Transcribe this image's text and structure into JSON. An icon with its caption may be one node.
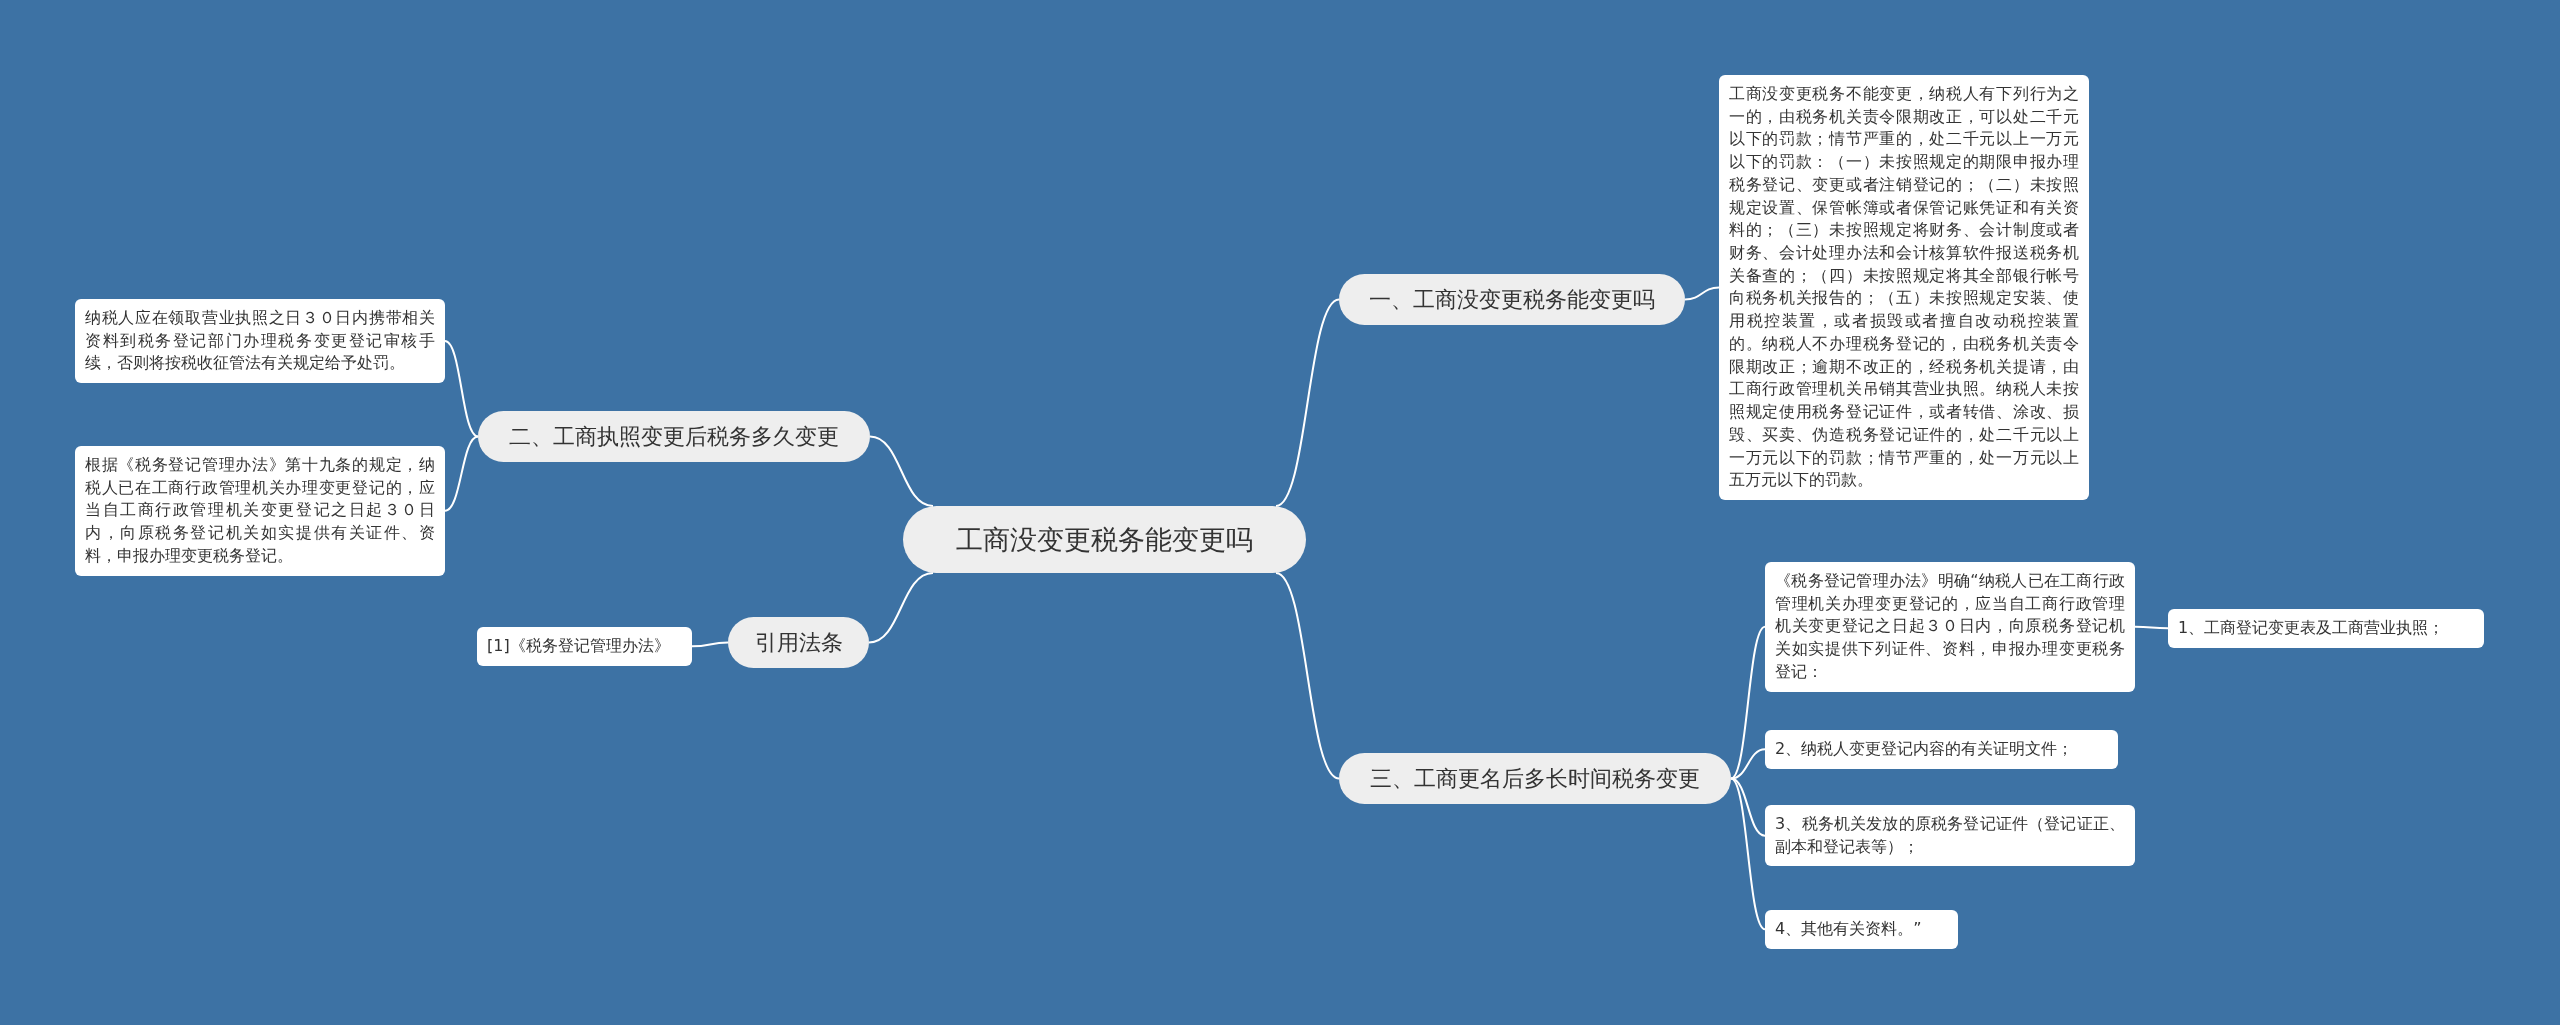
{
  "diagram": {
    "nodes": [
      {
        "text": [
          "工商没变更税务能变更吗"
        ]
      },
      {
        "text": [
          "一、工商没变更税务能变更吗"
        ]
      },
      {
        "text": [
          "工商没变更税务不能变更，纳税人有下列行为之一的，由税务机关责令限期改正，可以处二千元以下的罚款；情节严重的，处二千元以上一万元以下的罚款：（一）未按照规定的期限申报办理税务登记、变更或者注销登记的；（二）未按照规定设置、保管帐簿或者保管记账凭证和有关资料的；（三）未按照规定将财务、会计制度或者财务、会计处理办法和会计核算软件报送税务机关备查的；（四）未按照规定将其全部银行帐号向税务机关报告的；（五）未按照规定安装、使用税控装置，或者损毁或者擅自改动税控装置的。纳税人不办理税务登记的，由税务机关责令限期改正；逾期不改正的，经税务机关提请，由工商行政管理机关吊销其营业执照。纳税人未按照规定使用税务登记证件，或者转借、涂改、损毁、买卖、伪造税务登记证件的，处二千元以上一万元以下的罚款；情节严重的，处一万元以上五万元以下的罚款。"
        ]
      },
      {
        "text": [
          "二、工商执照变更后税务多久变更"
        ]
      },
      {
        "text": [
          "纳税人应在领取营业执照之日３０日内携带相关资料到税务登记部门办理税务变更登记审核手续，否则将按税收征管法有关规定给予处罚。"
        ]
      },
      {
        "text": [
          "根据《税务登记管理办法》第十九条的规定，纳税人已在工商行政管理机关办理变更登记的，应当自工商行政管理机关变更登记之日起３０日内，向原税务登记机关如实提供有关证件、资料，申报办理变更税务登记。"
        ]
      },
      {
        "text": [
          "引用法条"
        ]
      },
      {
        "text": [
          "[1]《税务登记管理办法》"
        ]
      },
      {
        "text": [
          "三、工商更名后多长时间税务变更"
        ]
      },
      {
        "text": [
          "《税务登记管理办法》明确“纳税人已在工商行政管理机关办理变更登记的，应当自工商行政管理机关变更登记之日起３０日内，向原税务登记机关如实提供下列证件、资料，申报办理变更税务登记："
        ]
      },
      {
        "text": [
          "1、工商登记变更表及工商营业执照；"
        ]
      },
      {
        "text": [
          "2、纳税人变更登记内容的有关证明文件；"
        ]
      },
      {
        "text": [
          "3、税务机关发放的原税务登记证件（登记证正、副本和登记表等）；"
        ]
      },
      {
        "text": [
          "4、其他有关资料。”"
        ]
      }
    ],
    "edges": [
      {
        "from": 0,
        "to": 1,
        "arrow": "none"
      },
      {
        "from": 1,
        "to": 2,
        "arrow": "none"
      },
      {
        "from": 0,
        "to": 3,
        "arrow": "none"
      },
      {
        "from": 3,
        "to": 4,
        "arrow": "none"
      },
      {
        "from": 3,
        "to": 5,
        "arrow": "none"
      },
      {
        "from": 0,
        "to": 6,
        "arrow": "none"
      },
      {
        "from": 6,
        "to": 7,
        "arrow": "none"
      },
      {
        "from": 0,
        "to": 8,
        "arrow": "none"
      },
      {
        "from": 8,
        "to": 9,
        "arrow": "none"
      },
      {
        "from": 9,
        "to": 10,
        "arrow": "none"
      },
      {
        "from": 8,
        "to": 11,
        "arrow": "none"
      },
      {
        "from": 8,
        "to": 12,
        "arrow": "none"
      },
      {
        "from": 8,
        "to": 13,
        "arrow": "none"
      }
    ]
  }
}
